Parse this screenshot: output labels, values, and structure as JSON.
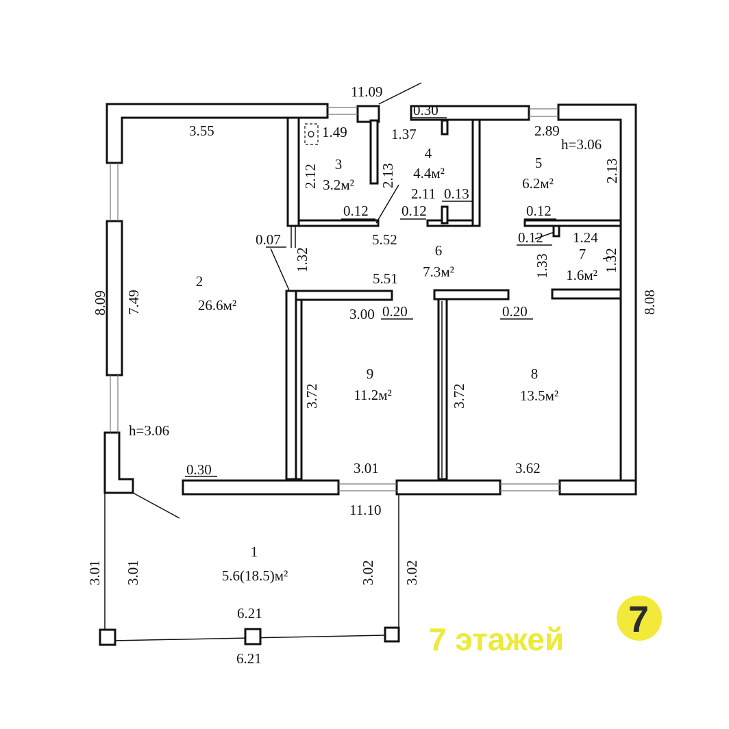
{
  "rooms": [
    {
      "num": "1",
      "area": "5.6(18.5)м²"
    },
    {
      "num": "2",
      "area": "26.6м²"
    },
    {
      "num": "3",
      "area": "3.2м²"
    },
    {
      "num": "4",
      "area": "4.4м²"
    },
    {
      "num": "5",
      "area": "6.2м²"
    },
    {
      "num": "6",
      "area": "7.3м²"
    },
    {
      "num": "7",
      "area": "1.6м²"
    },
    {
      "num": "8",
      "area": "13.5м²"
    },
    {
      "num": "9",
      "area": "11.2м²"
    }
  ],
  "dimensions": {
    "top_total": "11.09",
    "top_wall_030": "0.30",
    "room2_width": "3.55",
    "room3_width": "1.49",
    "room3_height": "2.12",
    "room4_width": "1.37",
    "room4_height": "2.13",
    "room4_bottom": "2.11",
    "room4_step": "0.13",
    "room3_wall": "0.12",
    "room4_wall": "0.12",
    "room5_width": "2.89",
    "room5_ceiling": "h=3.06",
    "room5_height": "2.13",
    "room5_wall": "0.12",
    "room7_wall": "0.12",
    "room7_width": "1.24",
    "room7_left": "1.33",
    "room7_right": "1.32",
    "hall_wall": "0.07",
    "hall_left": "1.32",
    "hall_top": "5.52",
    "hall_bottom": "5.51",
    "left_outer": "8.09",
    "left_inner": "7.49",
    "right_outer": "8.08",
    "room9_width": "3.00",
    "room9_wall": "0.20",
    "room8_wall": "0.20",
    "room9_height": "3.72",
    "room8_height": "3.72",
    "room2_ceiling": "h=3.06",
    "bottom_wall_030": "0.30",
    "room9_bottom": "3.01",
    "room8_bottom": "3.62",
    "bottom_total": "11.10",
    "terrace_left_outer": "3.01",
    "terrace_left_inner": "3.01",
    "terrace_right_inner": "3.02",
    "terrace_right_outer": "3.02",
    "terrace_inner_width": "6.21",
    "terrace_outer_width": "6.21"
  },
  "brand": {
    "text": "7 этажей",
    "logo_glyph": "7",
    "logo_icon": "seven-storeys-logo",
    "logo_color": "#f2e93a",
    "logo_glyph_color": "#2b2b2b"
  }
}
